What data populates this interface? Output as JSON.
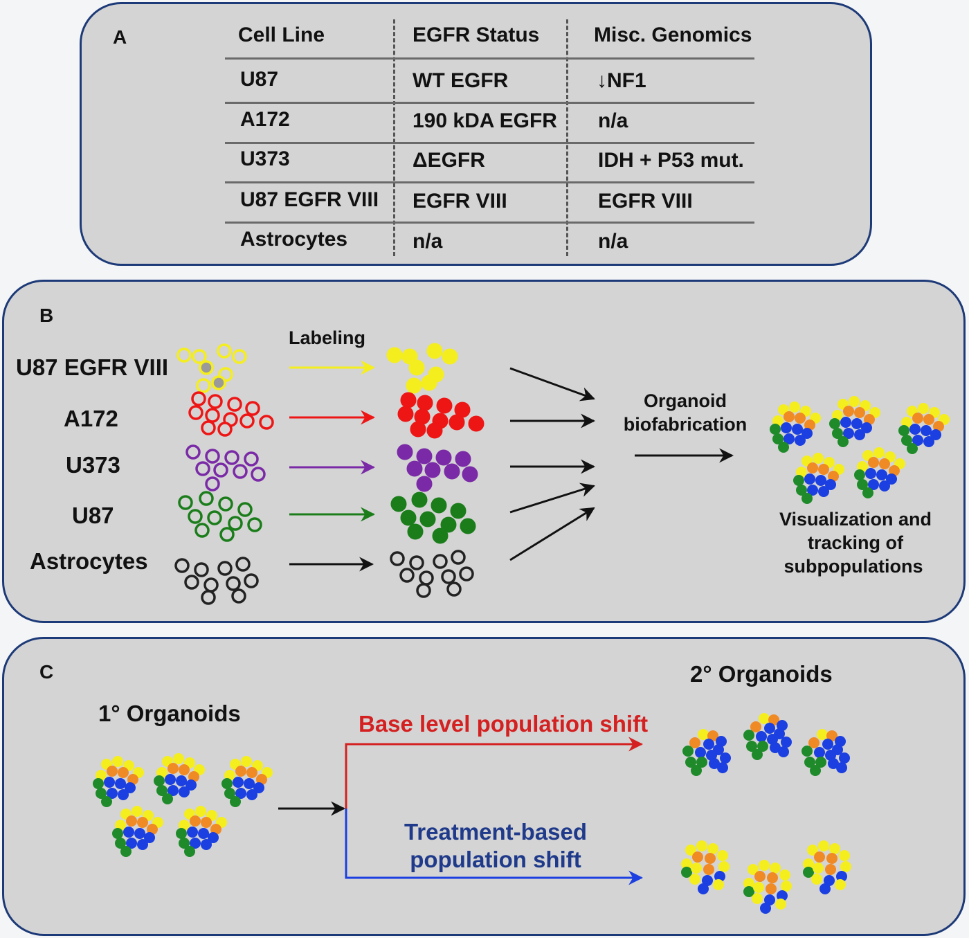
{
  "panel_a": {
    "label": "A",
    "headers": [
      "Cell Line",
      "EGFR Status",
      "Misc. Genomics"
    ],
    "rows": [
      [
        "U87",
        "WT EGFR",
        "↓NF1"
      ],
      [
        "A172",
        "190 kDA EGFR",
        "n/a"
      ],
      [
        "U373",
        "ΔEGFR",
        "IDH + P53 mut."
      ],
      [
        "U87 EGFR VIII",
        "EGFR VIII",
        "EGFR VIII"
      ],
      [
        "Astrocytes",
        "n/a",
        "n/a"
      ]
    ]
  },
  "panel_b": {
    "label": "B",
    "labeling": "Labeling",
    "cell_lines": [
      {
        "name": "U87 EGFR VIII",
        "color": "#f5ee1e"
      },
      {
        "name": "A172",
        "color": "#ee1515"
      },
      {
        "name": "U373",
        "color": "#7a2aa6"
      },
      {
        "name": "U87",
        "color": "#1a7d1a"
      },
      {
        "name": "Astrocytes",
        "color": "#222222"
      }
    ],
    "process_line1": "Organoid",
    "process_line2": "biofabrication",
    "result_line1": "Visualization  and",
    "result_line2": "tracking of",
    "result_line3": "subpopulations"
  },
  "panel_c": {
    "label": "C",
    "primary": "1° Organoids",
    "secondary": "2° Organoids",
    "base_shift": "Base level population shift",
    "treatment_line1": "Treatment-based",
    "treatment_line2": "population shift",
    "base_color": "#d42020",
    "treatment_color": "#1f3a8a"
  },
  "organoid_colors": {
    "yellow": "#f5ee1e",
    "orange": "#f08a24",
    "green": "#1f8a2a",
    "blue": "#1b3fe0"
  }
}
